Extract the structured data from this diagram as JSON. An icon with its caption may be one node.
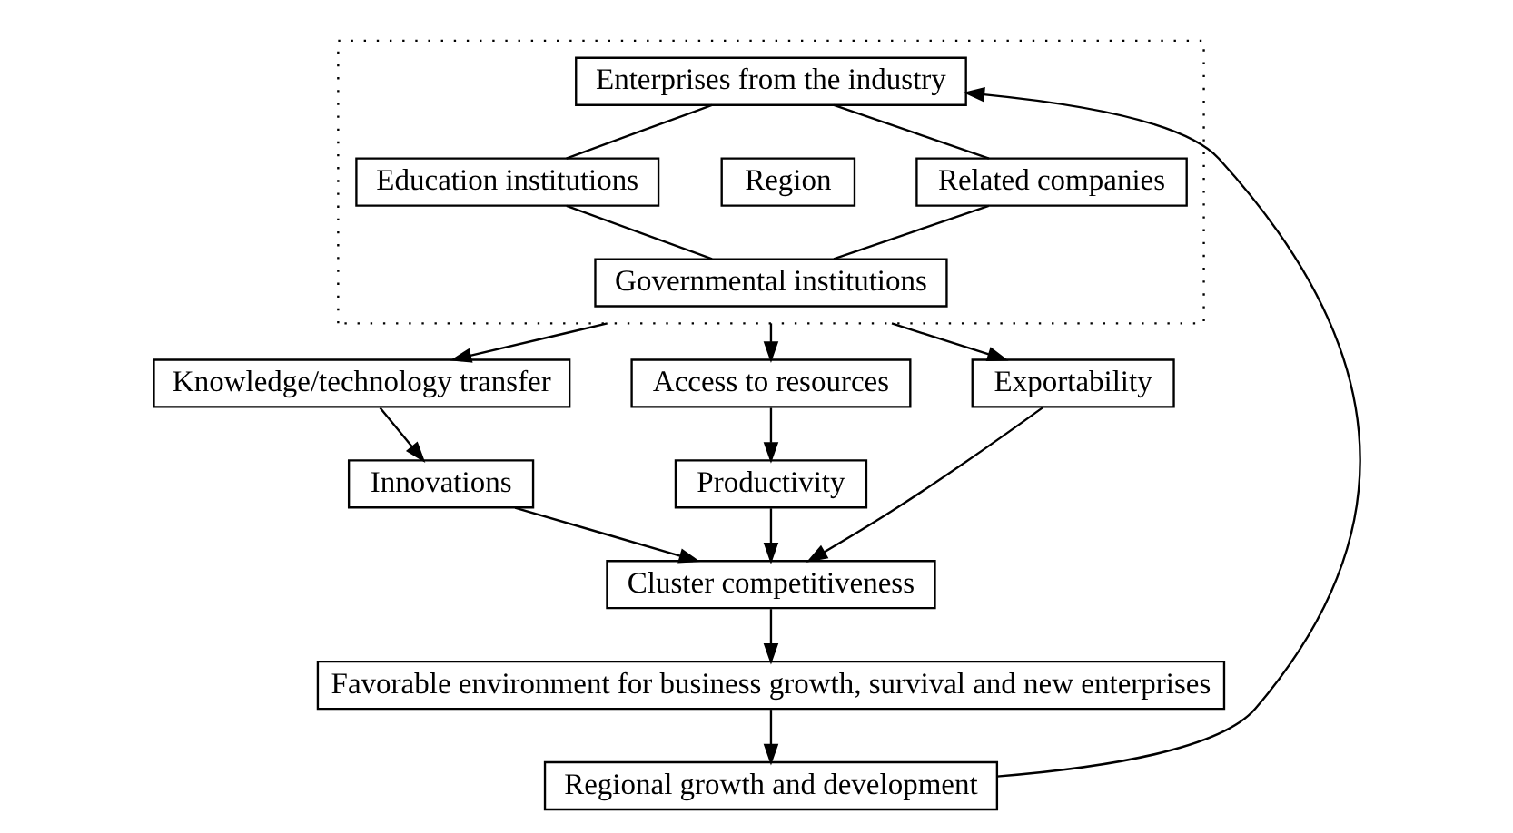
{
  "diagram": {
    "nodes": [
      {
        "text": [],
        "shape": "box"
      },
      {
        "text": [
          "Enterprises from the industry"
        ],
        "in": 0
      },
      {
        "text": [
          "Education institutions"
        ],
        "in": 0
      },
      {
        "text": [
          "Region"
        ],
        "in": 0
      },
      {
        "text": [
          "Related companies"
        ],
        "in": 0
      },
      {
        "text": [
          "Governmental institutions"
        ],
        "in": 0
      },
      {
        "text": [
          "Knowledge/technology transfer"
        ]
      },
      {
        "text": [
          "Access to resources"
        ]
      },
      {
        "text": [
          "Exportability"
        ]
      },
      {
        "text": [
          "Innovations"
        ]
      },
      {
        "text": [
          "Productivity"
        ]
      },
      {
        "text": [
          "Cluster competitiveness"
        ]
      },
      {
        "text": [
          "Favorable environment for business growth, survival and new enterprises"
        ]
      },
      {
        "text": [
          "Regional growth and development"
        ]
      }
    ],
    "edges": [
      {
        "from": 1,
        "to": 2,
        "arrow": "none"
      },
      {
        "from": 2,
        "to": 5,
        "arrow": "none"
      },
      {
        "from": 1,
        "to": 4,
        "arrow": "none"
      },
      {
        "from": 4,
        "to": 5,
        "arrow": "none"
      },
      {
        "from": 0,
        "to": 6,
        "arrow": "to"
      },
      {
        "from": 0,
        "to": 7,
        "arrow": "to"
      },
      {
        "from": 0,
        "to": 8,
        "arrow": "to"
      },
      {
        "from": 6,
        "to": 9,
        "arrow": "to"
      },
      {
        "from": 7,
        "to": 10,
        "arrow": "to"
      },
      {
        "from": 9,
        "to": 11,
        "arrow": "to"
      },
      {
        "from": 10,
        "to": 11,
        "arrow": "to"
      },
      {
        "from": 8,
        "to": 11,
        "arrow": "to"
      },
      {
        "from": 11,
        "to": 12,
        "arrow": "to"
      },
      {
        "from": 12,
        "to": 13,
        "arrow": "to"
      },
      {
        "from": 13,
        "to": 1,
        "arrow": "to"
      }
    ]
  }
}
